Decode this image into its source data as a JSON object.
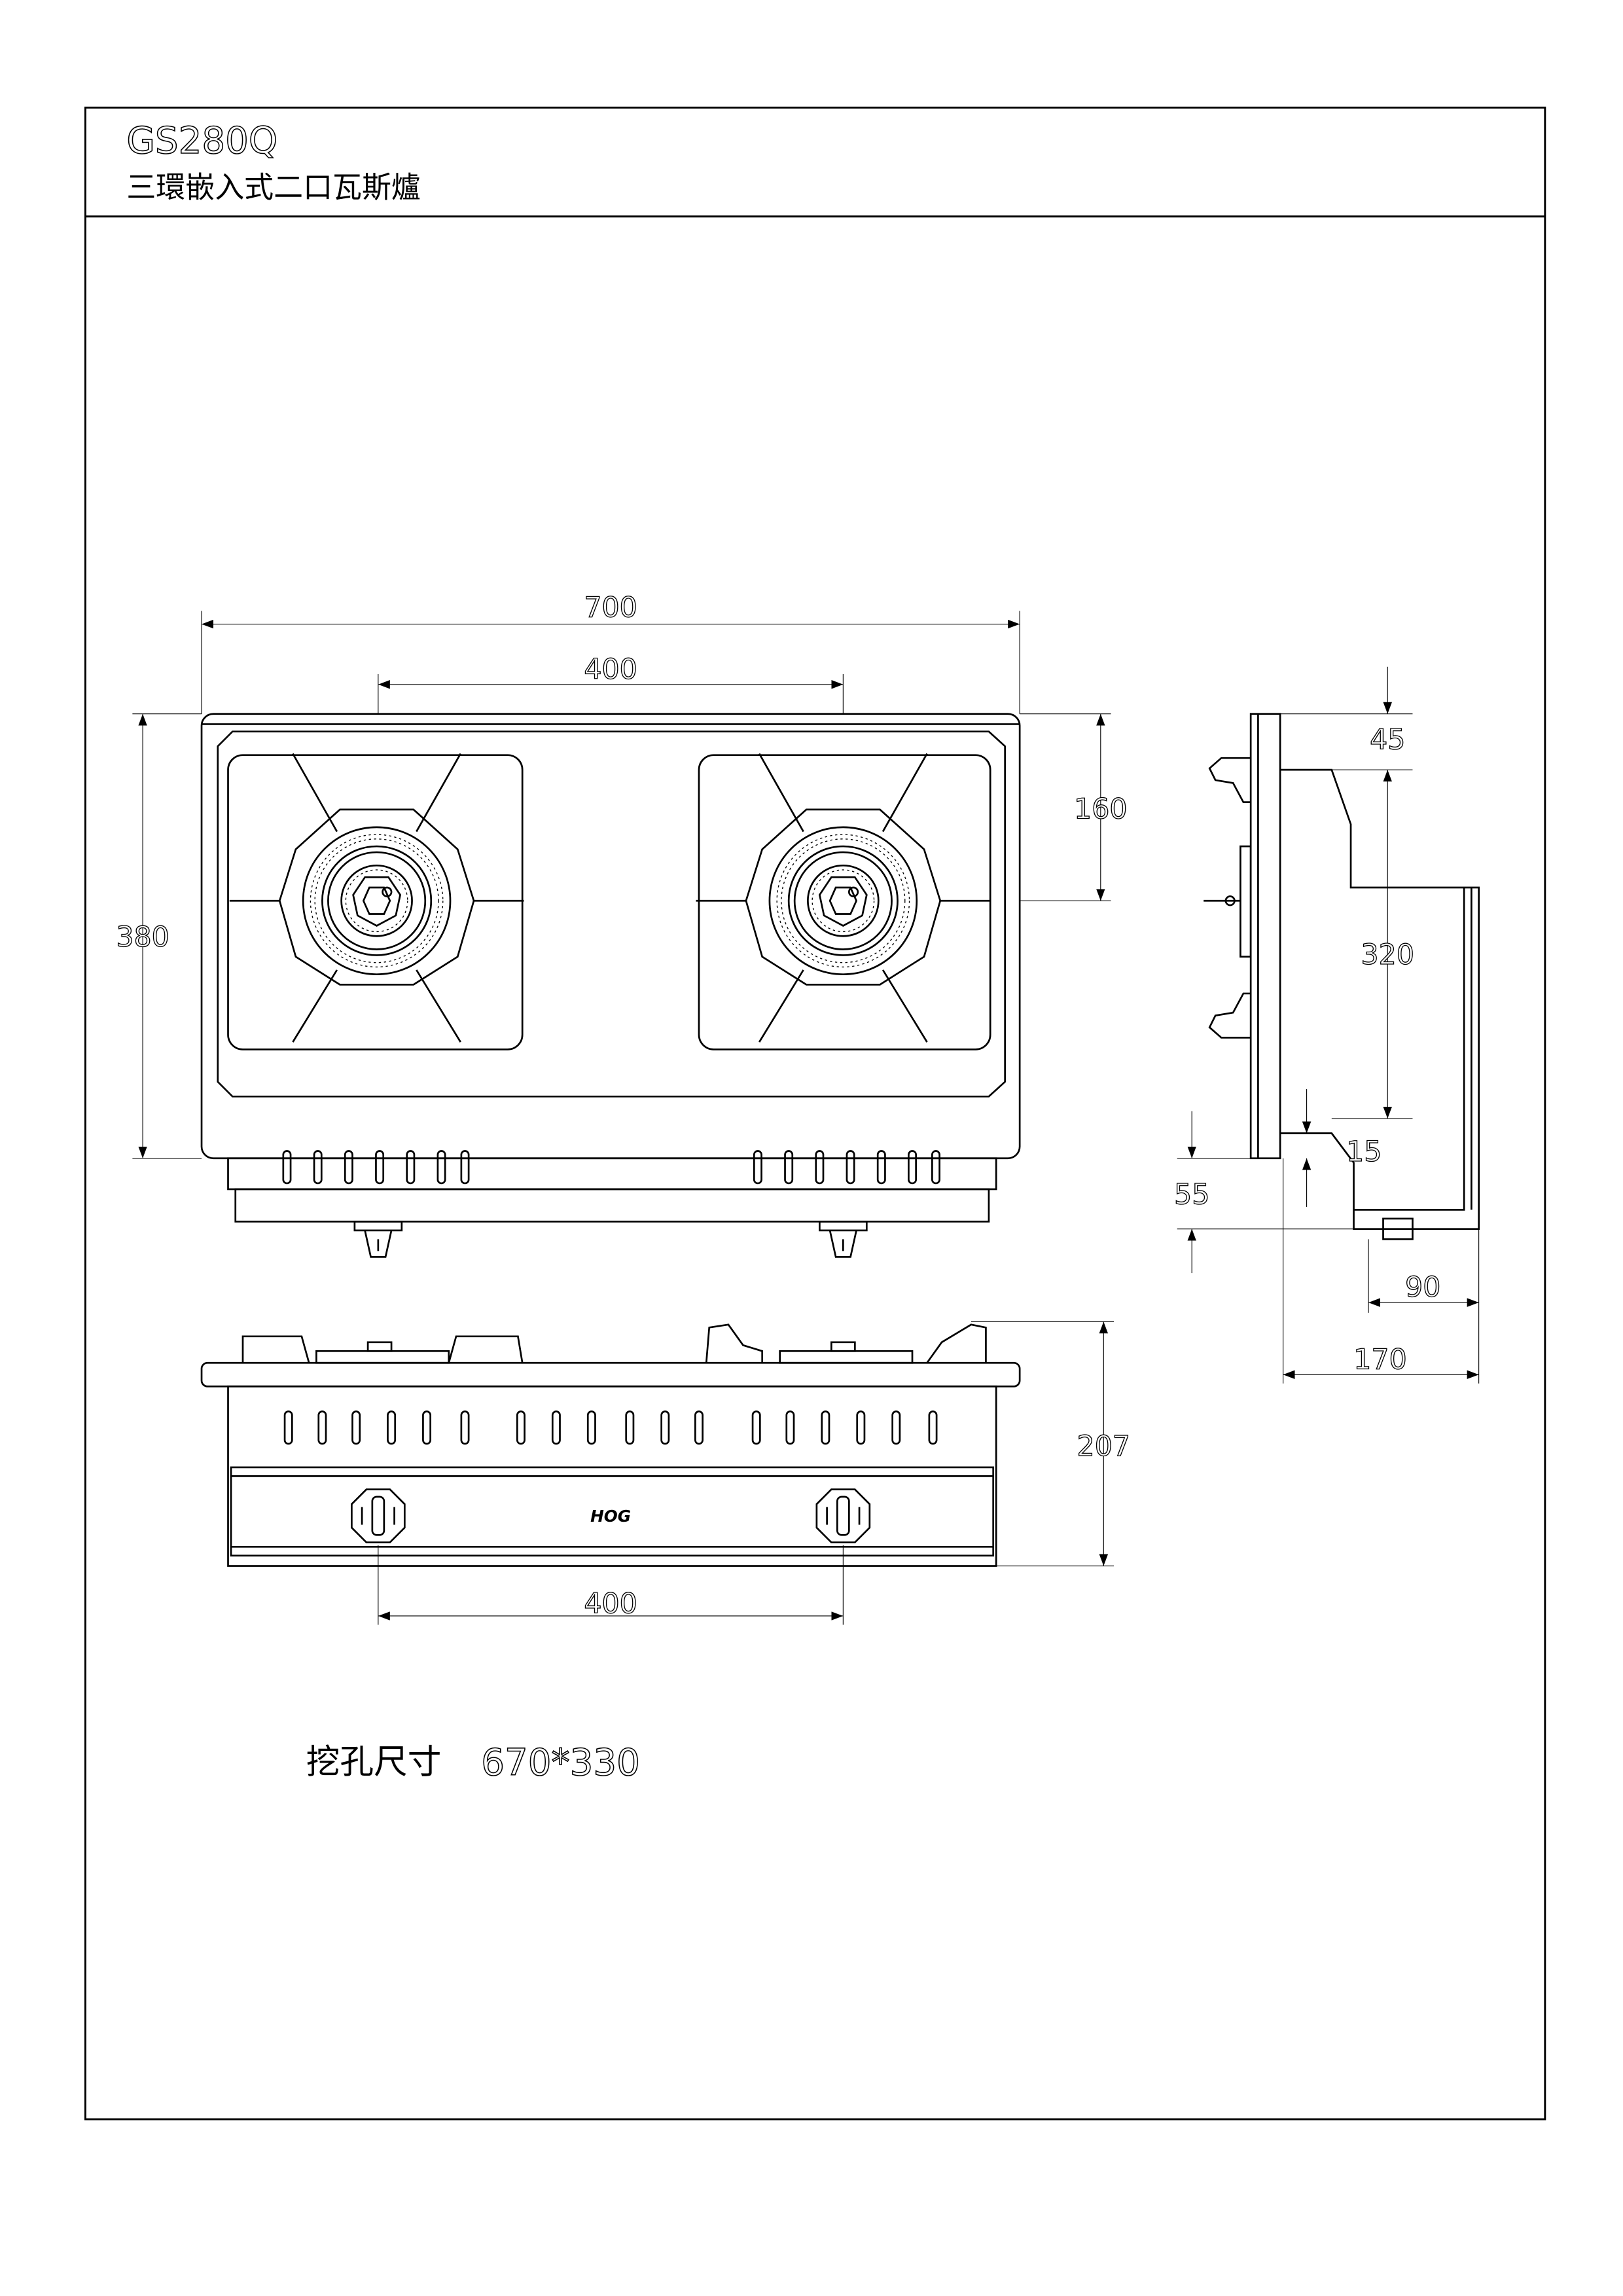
{
  "header": {
    "model": "GS280Q",
    "product_name": "三環嵌入式二口瓦斯爐"
  },
  "top_view": {
    "dim_width": "700",
    "dim_burner_spacing": "400",
    "dim_depth": "380",
    "dim_burner_offset": "160"
  },
  "front_view": {
    "dim_height": "207",
    "dim_knob_spacing": "400",
    "brand_logo": "HOG"
  },
  "side_view": {
    "dim_top": "45",
    "dim_body": "320",
    "dim_gap": "15",
    "dim_below": "55",
    "dim_base": "90",
    "dim_total_depth": "170"
  },
  "cutout": {
    "label": "挖孔尺寸",
    "value": "670*330"
  }
}
